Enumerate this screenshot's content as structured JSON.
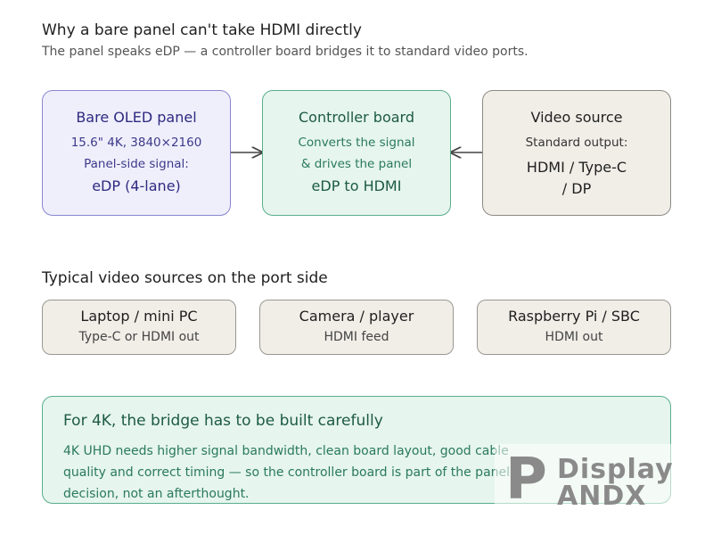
{
  "header": {
    "title": "Why a bare panel can't take HDMI directly",
    "subtitle": "The panel speaks eDP — a controller board bridges it to standard video ports."
  },
  "flow": {
    "panel": {
      "title": "Bare OLED panel",
      "line1": "15.6\" 4K, 3840×2160",
      "line2": "Panel-side signal:",
      "signal": "eDP (4-lane)"
    },
    "controller": {
      "title": "Controller board",
      "line1": "Converts the signal",
      "line2": "& drives the panel",
      "signal": "eDP to HDMI"
    },
    "source": {
      "title": "Video source",
      "line1": "Standard output:",
      "signal_line1": "HDMI / Type-C",
      "signal_line2": "/ DP"
    }
  },
  "sources_section": {
    "title": "Typical video sources on the port side",
    "items": [
      {
        "title": "Laptop / mini PC",
        "desc": "Type-C or HDMI out"
      },
      {
        "title": "Camera / player",
        "desc": "HDMI feed"
      },
      {
        "title": "Raspberry Pi / SBC",
        "desc": "HDMI out"
      }
    ]
  },
  "note": {
    "title": "For 4K, the bridge has to be built carefully",
    "body": "4K UHD needs higher signal bandwidth, clean board layout, good cable quality and correct timing — so the controller board is part of the panel decision, not an afterthought."
  },
  "watermark": {
    "letter": "P",
    "word1": "Display",
    "word2": "ANDX"
  },
  "colors": {
    "panel_fill": "#efeffc",
    "panel_border": "#8a86d0",
    "controller_fill": "#e6f5ee",
    "controller_border": "#59ad8c",
    "source_fill": "#f1eee8",
    "source_border": "#8c8a85",
    "arrow": "#444444"
  }
}
